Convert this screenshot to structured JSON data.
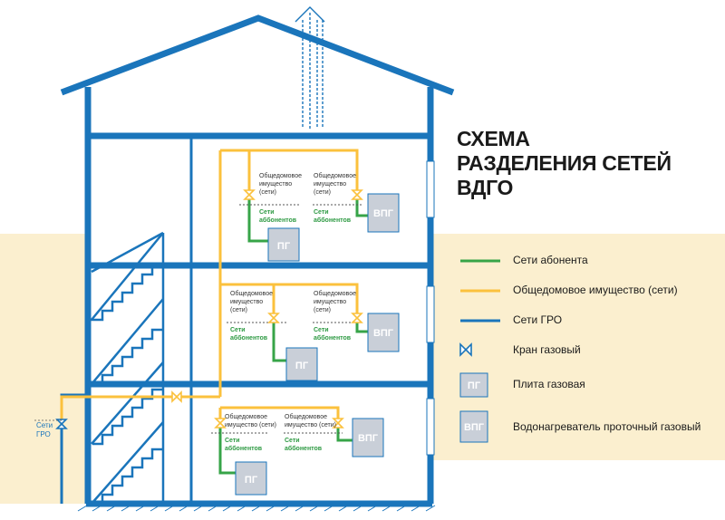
{
  "title": {
    "line1": "СХЕМА",
    "line2": "РАЗДЕЛЕНИЯ СЕТЕЙ",
    "line3": "ВДГО"
  },
  "floor_labels": {
    "common_line1": "Общедомовое",
    "common_line2": "имущество",
    "common_line2_full": "имущество (сети)",
    "common_line3": "(сети)",
    "owner_line1": "Сети",
    "owner_line2": "аббонентов",
    "pg": "ПГ",
    "vpg": "ВПГ"
  },
  "gro_label": {
    "line1": "Сети",
    "line2": "ГРО"
  },
  "legend": {
    "green": "Сети абонента",
    "yellow": "Общедомовое имущество (сети)",
    "blue": "Сети ГРО",
    "valve": "Кран газовый",
    "pg_label": "ПГ",
    "pg": "Плита газовая",
    "vpg_label": "ВПГ",
    "vpg": "Водонагреватель проточный газовый"
  },
  "colors": {
    "blue": "#1a75bb",
    "yellow": "#fbc13d",
    "green": "#37a448",
    "ground": "#fbefcf",
    "box": "#c9cfd8"
  }
}
